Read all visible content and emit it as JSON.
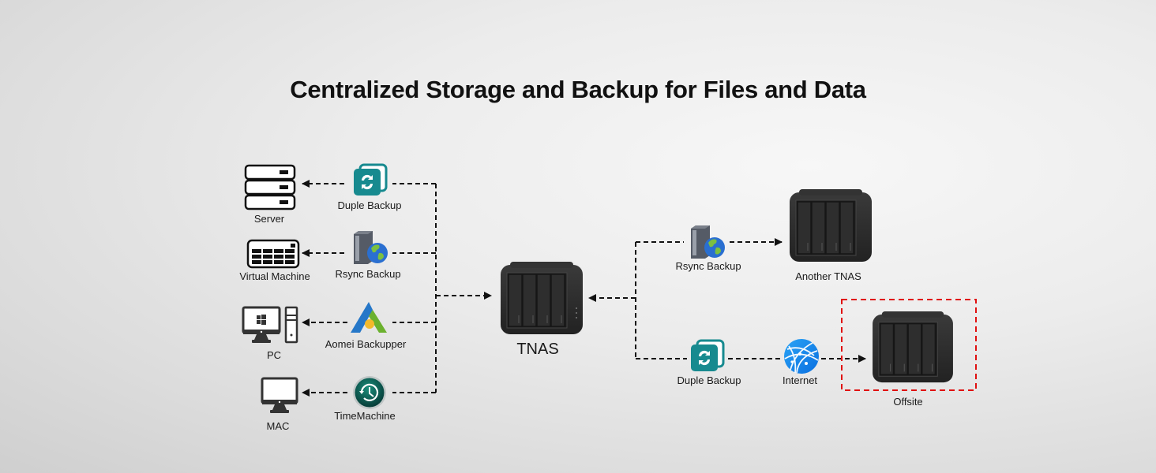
{
  "title": "Centralized Storage and Backup for Files and Data",
  "center": {
    "label": "TNAS"
  },
  "clients": [
    {
      "label": "Server",
      "tool": "Duple Backup",
      "icon": "server-icon",
      "tool_icon": "duple-backup-icon"
    },
    {
      "label": "Virtual Machine",
      "tool": "Rsync Backup",
      "icon": "virtual-machine-icon",
      "tool_icon": "rsync-backup-icon"
    },
    {
      "label": "PC",
      "tool": "Aomei Backupper",
      "icon": "pc-icon",
      "tool_icon": "aomei-backupper-icon"
    },
    {
      "label": "MAC",
      "tool": "TimeMachine",
      "icon": "mac-icon",
      "tool_icon": "timemachine-icon"
    }
  ],
  "targets": [
    {
      "label": "Another TNAS",
      "tool": "Rsync Backup",
      "icon": "nas-icon",
      "tool_icon": "rsync-backup-icon"
    },
    {
      "label": "Offsite",
      "tool": "Duple Backup",
      "via": "Internet",
      "icon": "nas-icon",
      "tool_icon": "duple-backup-icon",
      "via_icon": "internet-globe-icon"
    }
  ],
  "colors": {
    "line": "#111111",
    "offsite_box": "#e01010",
    "duple_teal": "#178a8f",
    "nas_body": "#2a2a2a"
  }
}
